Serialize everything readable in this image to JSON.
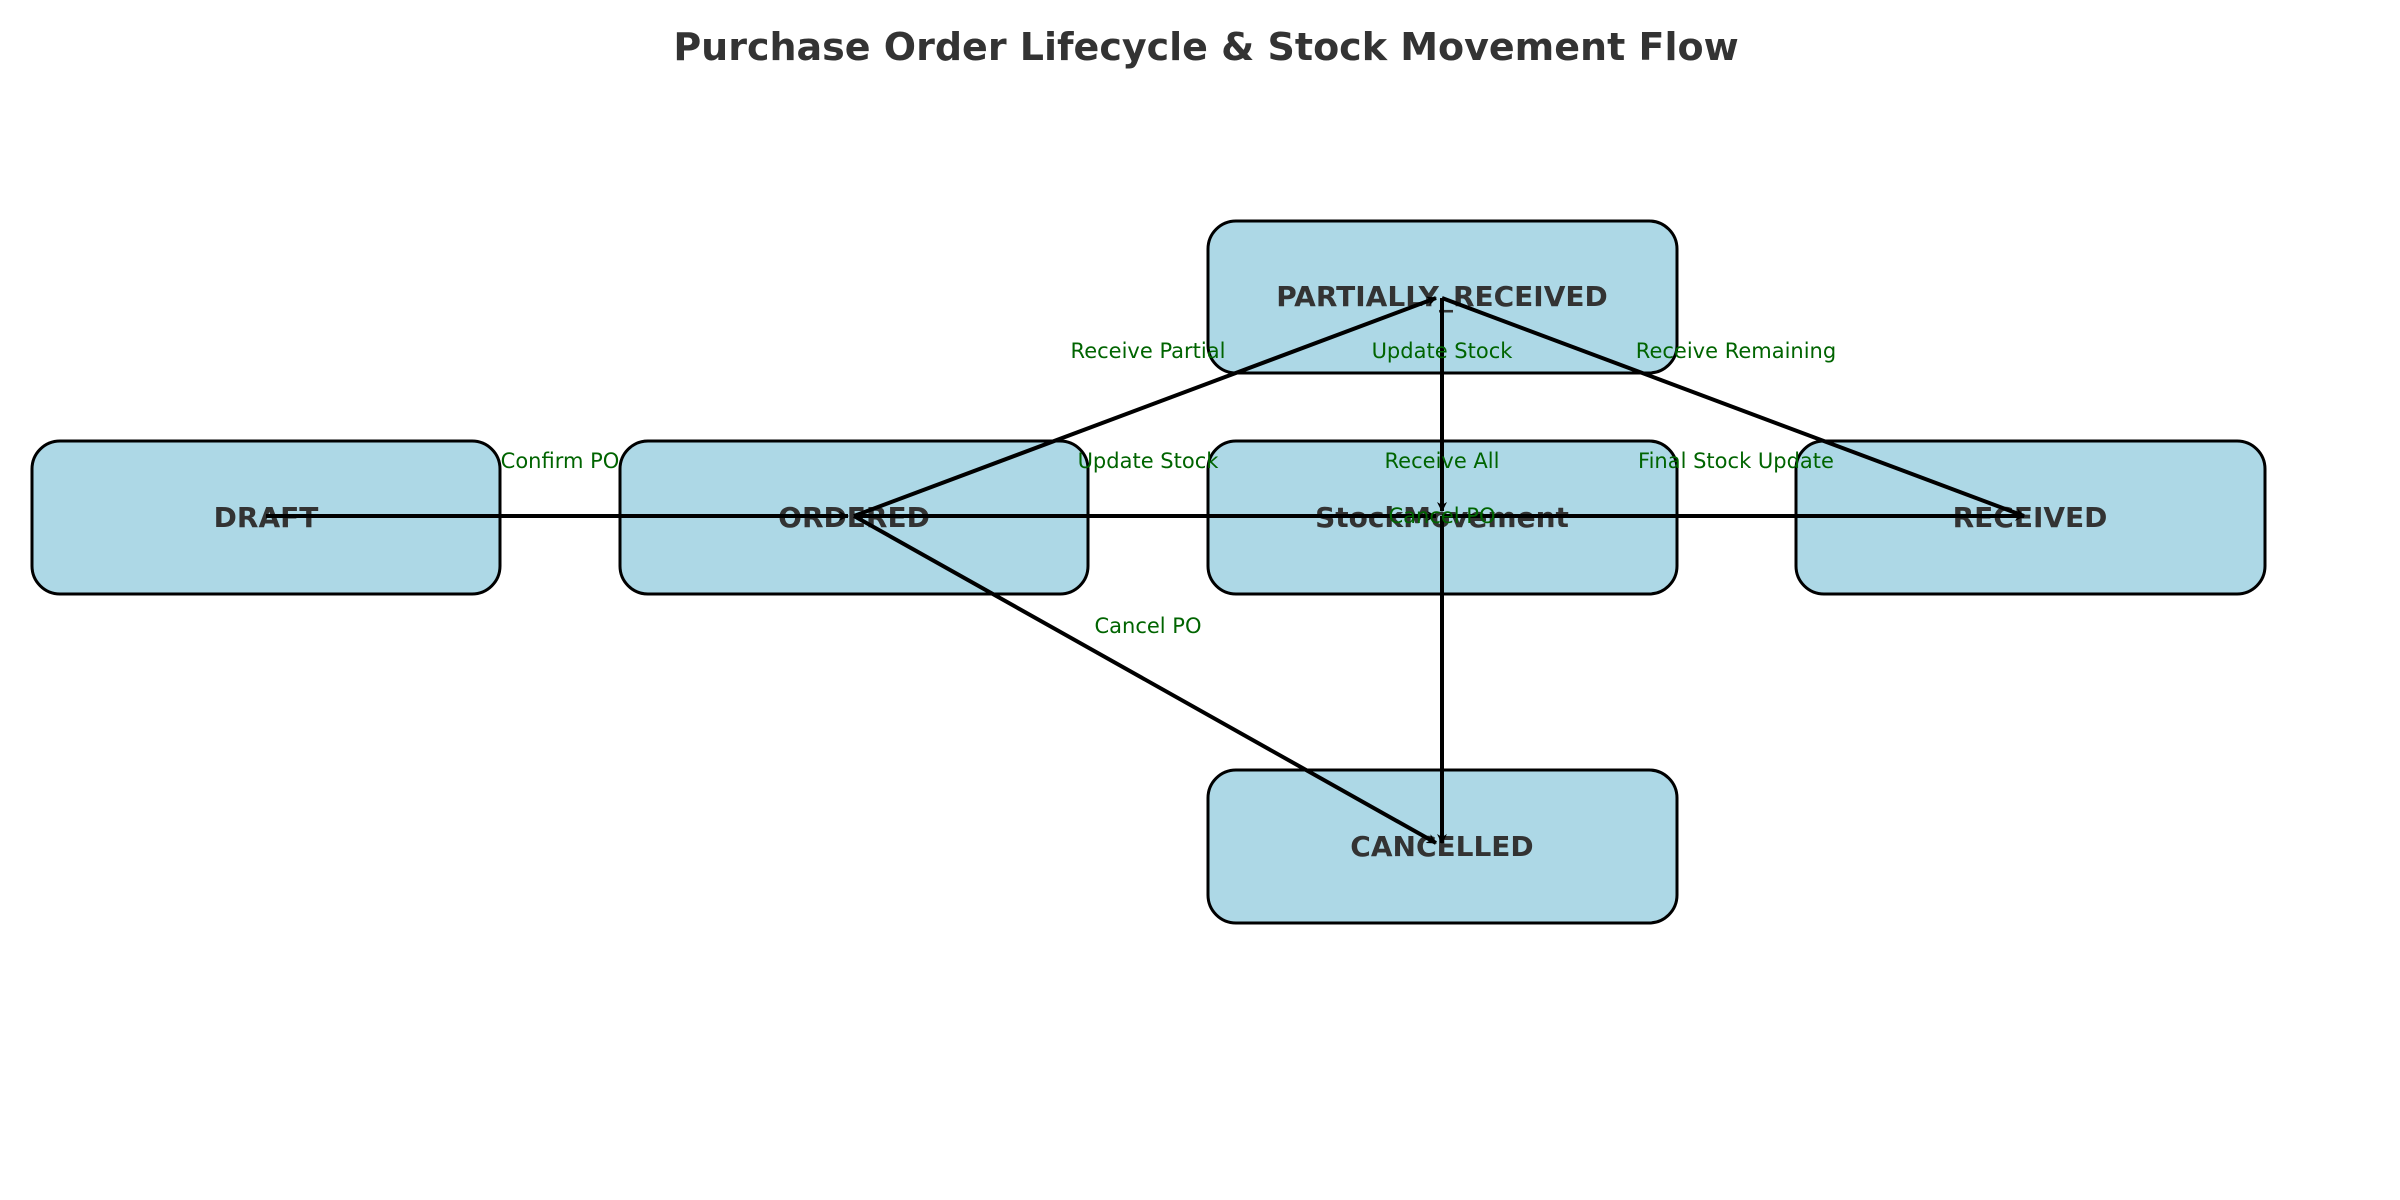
{
  "title": "Purchase Order Lifecycle & Stock Movement Flow",
  "colors": {
    "node_fill": "#add8e6",
    "node_stroke": "#000000",
    "edge_label": "#006400",
    "title_text": "#333333"
  },
  "nodes": {
    "draft": "DRAFT",
    "ordered": "ORDERED",
    "partially_received": "PARTIALLY_RECEIVED",
    "stock_movement": "StockMovement",
    "received": "RECEIVED",
    "cancelled": "CANCELLED"
  },
  "edges": {
    "confirm_po": "Confirm PO",
    "receive_partial": "Receive Partial",
    "update_stock_from_partial": "Update Stock",
    "receive_remaining": "Receive Remaining",
    "update_stock_from_ordered": "Update Stock",
    "receive_all": "Receive All",
    "final_stock_update": "Final Stock Update",
    "cancel_po_from_ordered": "Cancel PO",
    "cancel_po_from_partial": "Cancel PO"
  }
}
